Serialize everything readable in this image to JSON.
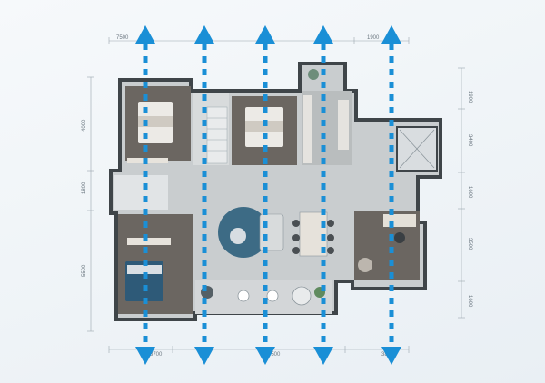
{
  "dimensions": {
    "top": [
      "7500",
      "1900"
    ],
    "bottom": [
      "3700",
      "7500",
      "3800"
    ],
    "left": [
      "4000",
      "1800",
      "5500"
    ],
    "right": [
      "1900",
      "3400",
      "1600",
      "3500",
      "1600"
    ]
  },
  "colors": {
    "arrow": "#1a8fd6",
    "wall": "#3f4549",
    "floor_wood": "#6b6661",
    "floor_tile": "#c9cdcf",
    "bed": "#2e5a78",
    "carpet": "#3d6b85"
  },
  "icons": {
    "up": "arrow-up-icon",
    "down": "arrow-down-icon"
  }
}
